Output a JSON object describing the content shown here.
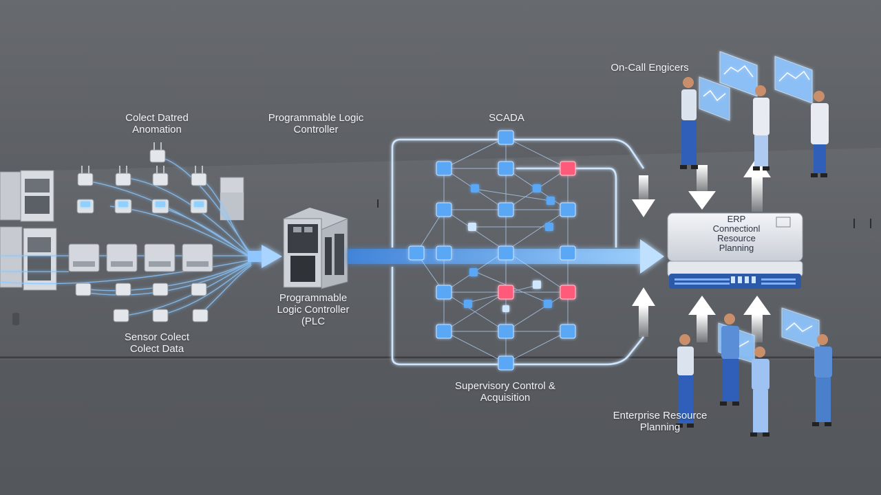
{
  "labels": {
    "collect_automation": [
      "Colect Datred",
      "Anomation"
    ],
    "plc_top": [
      "Programmable Logic",
      "Controller"
    ],
    "scada_top": "SCADA",
    "on_call": "On-Call Engicers",
    "sensor": [
      "Sensor Colect",
      "Colect Data"
    ],
    "plc_bottom": [
      "Programmable",
      "Logic Controller",
      "(PLC"
    ],
    "scada_bottom": [
      "Supervisory Control &",
      "Acquisition"
    ],
    "erp_box": [
      "ERP",
      "Connectionl",
      "Resource",
      "Planning"
    ],
    "erp_bottom": [
      "Enterprise Resource",
      "Planning"
    ]
  },
  "icons": [
    "sensor-icon",
    "server-rack-icon",
    "plc-icon",
    "network-node-icon",
    "erp-server-icon",
    "engineer-icon",
    "dashboard-panel-icon",
    "arrow-icon"
  ],
  "colors": {
    "background": "#5f6267",
    "flow_blue": "#6fb4ff",
    "node_blue": "#5aa7f5",
    "node_alert": "#ff5a7a",
    "engineer_blue": "#2f5fb8",
    "lab_coat": "#e8ecf2"
  }
}
